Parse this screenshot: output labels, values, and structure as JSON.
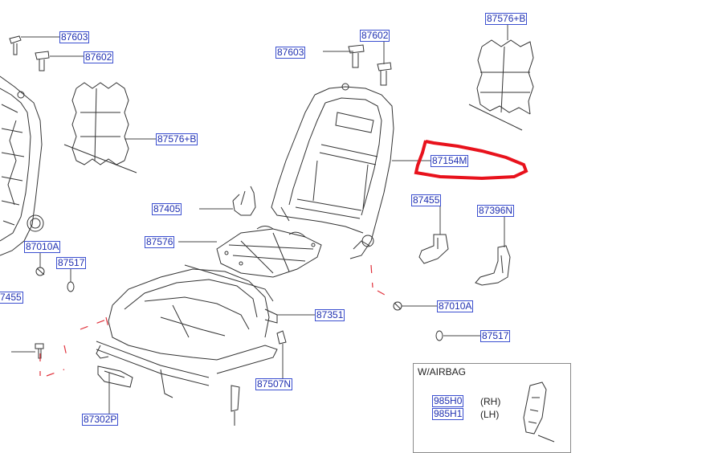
{
  "labels": {
    "p87603_a": "87603",
    "p87602_a": "87602",
    "p87576b_a": "87576+B",
    "p87010a_a": "87010A",
    "p87517_a": "87517",
    "p87455_a": "7455",
    "p87603_b": "87603",
    "p87602_b": "87602",
    "p87576b_b": "87576+B",
    "p87154m": "87154M",
    "p87405": "87405",
    "p87455_b": "87455",
    "p87396n": "87396N",
    "p87576": "87576",
    "p87010a_b": "87010A",
    "p87351": "87351",
    "p87517_b": "87517",
    "p87507n": "87507N",
    "p87302p": "87302P"
  },
  "airbag": {
    "title": "W/AIRBAG",
    "rows": [
      {
        "part": "985H0",
        "side": "(RH)"
      },
      {
        "part": "985H1",
        "side": "(LH)"
      }
    ]
  },
  "colors": {
    "label_text": "#1f2fb0",
    "label_border": "#3b4fd0",
    "line_art": "#333333",
    "highlight": "#e8121c",
    "dash": "#e0303a"
  }
}
